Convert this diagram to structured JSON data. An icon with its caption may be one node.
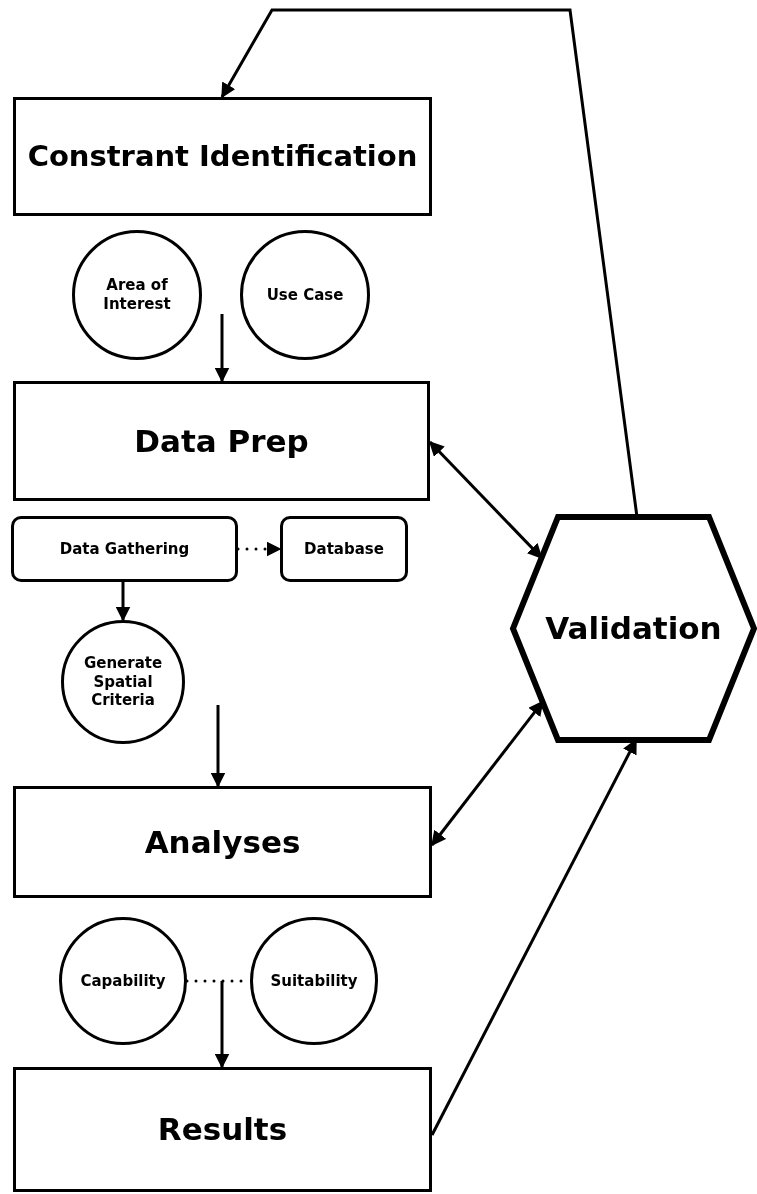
{
  "diagram": {
    "nodes": [
      {
        "text": [
          "Constrant Identification"
        ]
      },
      {
        "text": [
          "Area of Interest"
        ]
      },
      {
        "text": [
          "Use Case"
        ]
      },
      {
        "text": [
          "Data Prep"
        ]
      },
      {
        "text": [
          "Data Gathering"
        ]
      },
      {
        "text": [
          "Database"
        ]
      },
      {
        "text": [
          "Generate Spatial Criteria"
        ]
      },
      {
        "text": [
          "Analyses"
        ]
      },
      {
        "text": [
          "Capability"
        ]
      },
      {
        "text": [
          "Suitability"
        ]
      },
      {
        "text": [
          "Results"
        ]
      },
      {
        "text": [
          "Validation"
        ]
      }
    ],
    "edges": [
      {
        "from": 11,
        "to": 0,
        "arrow": "to"
      },
      {
        "from": null,
        "to": 3,
        "arrow": "to"
      },
      {
        "from": 3,
        "to": 11,
        "arrow": "both"
      },
      {
        "from": 4,
        "to": 5,
        "arrow": "to",
        "style": "dashed"
      },
      {
        "from": 4,
        "to": 6,
        "arrow": "to"
      },
      {
        "from": null,
        "to": 7,
        "arrow": "to"
      },
      {
        "from": 7,
        "to": 11,
        "arrow": "both"
      },
      {
        "from": 8,
        "to": 9,
        "arrow": "none",
        "style": "dashed"
      },
      {
        "from": null,
        "to": 10,
        "arrow": "to"
      },
      {
        "from": 10,
        "to": 11,
        "arrow": "to"
      }
    ]
  }
}
